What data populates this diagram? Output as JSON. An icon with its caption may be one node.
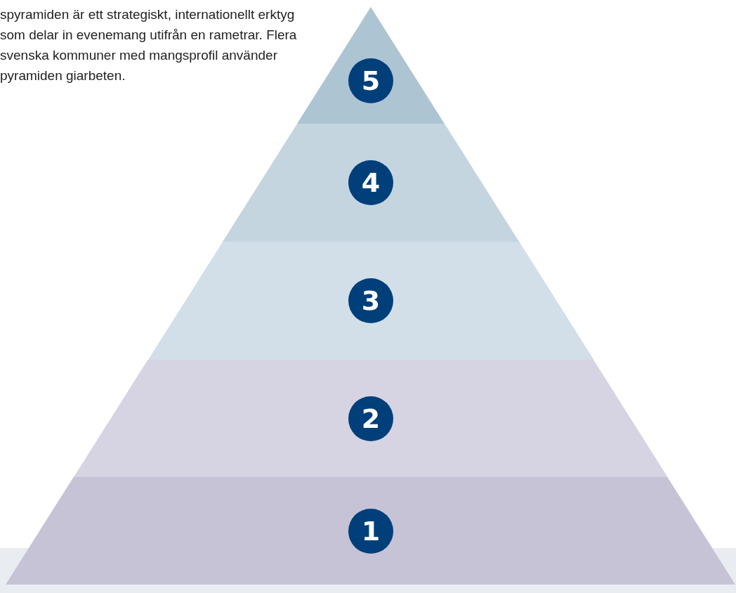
{
  "diagram": {
    "nodes": [
      {
        "text": [
          "5"
        ]
      },
      {
        "text": [
          "4"
        ]
      },
      {
        "text": [
          "3"
        ]
      },
      {
        "text": [
          "2"
        ]
      },
      {
        "text": [
          "1"
        ]
      }
    ],
    "labels": [
      "spyramiden är ett strategiskt, internationellt erktyg som delar in evenemang utifrån en rametrar. Flera svenska kommuner med mangsprofil använder pyramiden giarbeten."
    ]
  }
}
